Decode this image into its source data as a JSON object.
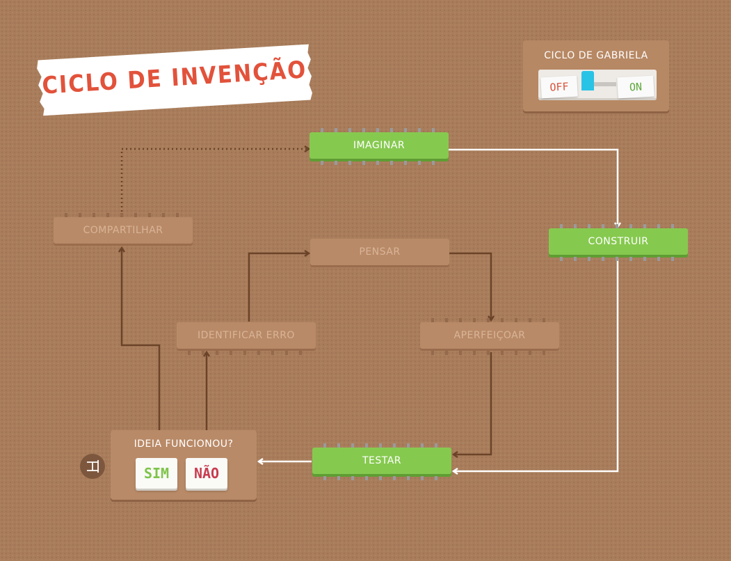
{
  "title": "CICLO DE INVENÇÃO",
  "toggle": {
    "label": "CICLO DE GABRIELA",
    "off_label": "OFF",
    "on_label": "ON",
    "state": "off"
  },
  "nodes": {
    "imaginar": {
      "label": "IMAGINAR",
      "active": true
    },
    "construir": {
      "label": "CONSTRUIR",
      "active": true
    },
    "testar": {
      "label": "TESTAR",
      "active": true
    },
    "compartilhar": {
      "label": "COMPARTILHAR",
      "active": false
    },
    "pensar": {
      "label": "PENSAR",
      "active": false
    },
    "identificar_erro": {
      "label": "IDENTIFICAR ERRO",
      "active": false
    },
    "aperfeicoar": {
      "label": "APERFEIÇOAR",
      "active": false
    }
  },
  "decision": {
    "label": "IDEIA FUNCIONOU?",
    "yes_label": "SIM",
    "no_label": "NÃO"
  },
  "colors": {
    "background": "#a97d5b",
    "active_node": "#86c94f",
    "inactive_node": "#b98a67",
    "active_flow": "#ffffff",
    "inactive_flow": "#6b4328",
    "title": "#e2523b",
    "toggle_knob": "#29c3e6"
  }
}
